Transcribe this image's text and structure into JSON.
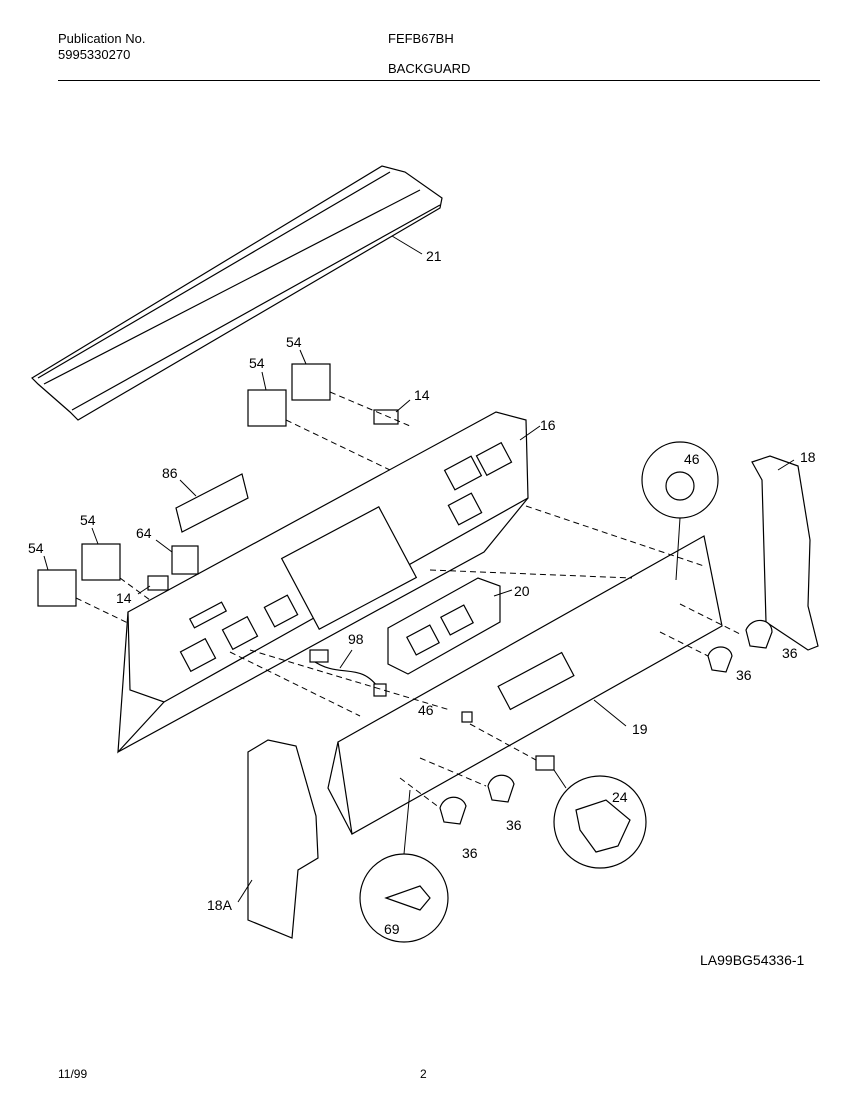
{
  "header": {
    "publication_label": "Publication No.",
    "publication_number": "5995330270",
    "model": "FEFB67BH",
    "section": "BACKGUARD"
  },
  "parts": [
    {
      "id": "p21",
      "label": "21"
    },
    {
      "id": "p54a",
      "label": "54"
    },
    {
      "id": "p54b",
      "label": "54"
    },
    {
      "id": "p14a",
      "label": "14"
    },
    {
      "id": "p16",
      "label": "16"
    },
    {
      "id": "p46a",
      "label": "46"
    },
    {
      "id": "p18",
      "label": "18"
    },
    {
      "id": "p86",
      "label": "86"
    },
    {
      "id": "p54c",
      "label": "54"
    },
    {
      "id": "p64",
      "label": "64"
    },
    {
      "id": "p54d",
      "label": "54"
    },
    {
      "id": "p14b",
      "label": "14"
    },
    {
      "id": "p20",
      "label": "20"
    },
    {
      "id": "p98",
      "label": "98"
    },
    {
      "id": "p36a",
      "label": "36"
    },
    {
      "id": "p36b",
      "label": "36"
    },
    {
      "id": "p46b",
      "label": "46"
    },
    {
      "id": "p19",
      "label": "19"
    },
    {
      "id": "p24",
      "label": "24"
    },
    {
      "id": "p36c",
      "label": "36"
    },
    {
      "id": "p36d",
      "label": "36"
    },
    {
      "id": "p18a",
      "label": "18A"
    },
    {
      "id": "p69",
      "label": "69"
    }
  ],
  "drawing_id": "LA99BG54336-1",
  "footer": {
    "date": "11/99",
    "page": "2"
  }
}
